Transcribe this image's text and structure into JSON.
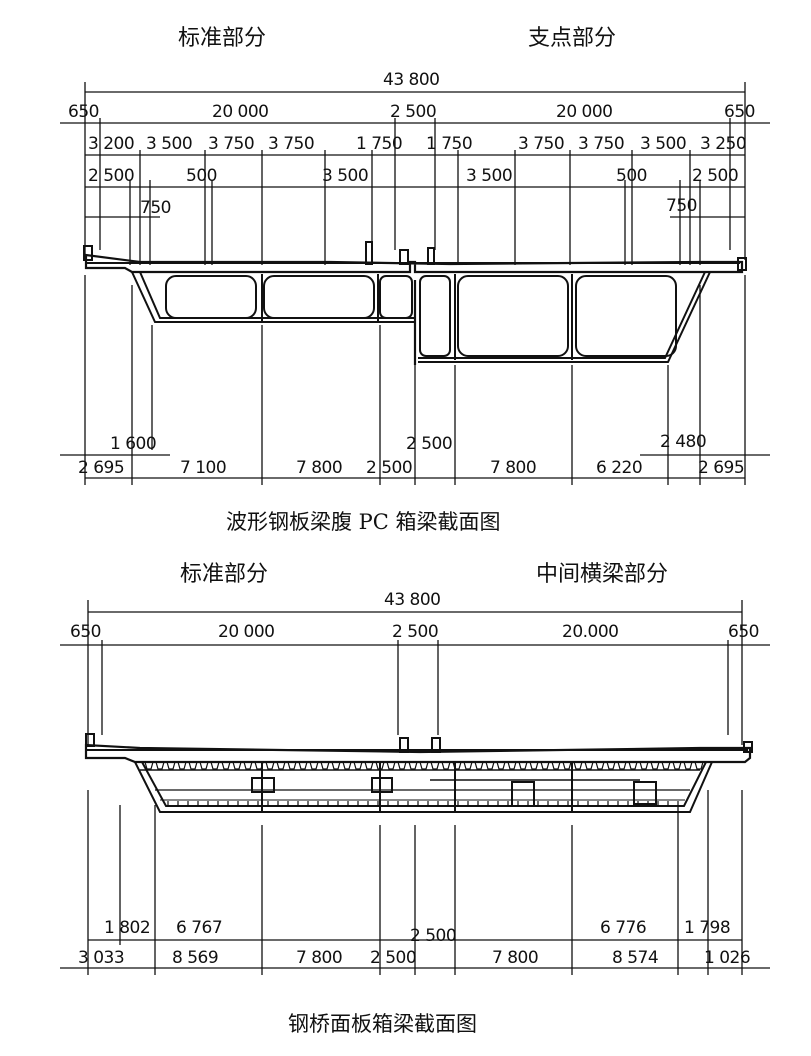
{
  "top": {
    "head_left": "标准部分",
    "head_right": "支点部分",
    "total": "43 800",
    "row1": [
      "650",
      "20 000",
      "2 500",
      "20 000",
      "650"
    ],
    "row2": [
      "3 200",
      "3 500",
      "3 750",
      "3 750",
      "1 750",
      "1 750",
      "3 750",
      "3 750",
      "3 500",
      "3 250"
    ],
    "row3": [
      "2 500",
      "500",
      "3 500",
      "3 500",
      "500",
      "2 500"
    ],
    "row4": [
      "750",
      "750"
    ],
    "bottom_upper": [
      "1 600",
      "2 500",
      "2 480"
    ],
    "bottom_lower": [
      "2 695",
      "7 100",
      "7 800",
      "2 500",
      "7 800",
      "6 220",
      "2 695"
    ],
    "caption": "波形钢板梁腹 PC 箱梁截面图"
  },
  "bottom": {
    "head_left": "标准部分",
    "head_right": "中间横梁部分",
    "total": "43 800",
    "row1": [
      "650",
      "20 000",
      "2 500",
      "20.000",
      "650"
    ],
    "bottom_upper": [
      "1 802",
      "6 767",
      "2 500",
      "6 776",
      "1 798"
    ],
    "bottom_lower": [
      "3 033",
      "8 569",
      "7 800",
      "2 500",
      "7 800",
      "8 574",
      "1 026"
    ],
    "caption": "钢桥面板箱梁截面图"
  }
}
